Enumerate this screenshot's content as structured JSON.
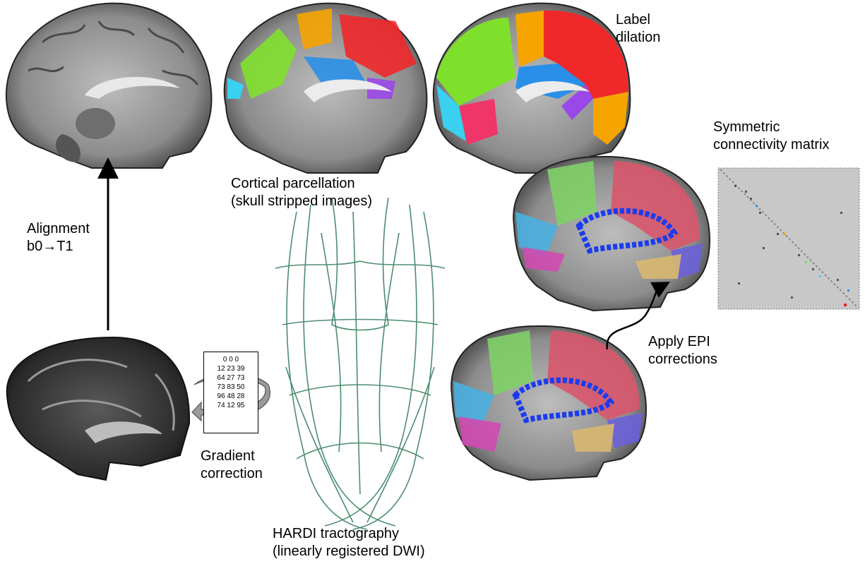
{
  "labels": {
    "label_dilation": [
      "Label",
      "dilation"
    ],
    "symmetric_matrix": [
      "Symmetric",
      "connectivity matrix"
    ],
    "cortical_parcellation": [
      "Cortical parcellation",
      "(skull stripped images)"
    ],
    "alignment": [
      "Alignment",
      "b0→T1"
    ],
    "apply_epi": [
      "Apply EPI",
      "corrections"
    ],
    "gradient_correction": [
      "Gradient",
      "correction"
    ],
    "hardi": [
      "HARDI tractography",
      "(linearly registered DWI)"
    ]
  },
  "gradient_table": [
    "0 0 0",
    "12 23 39",
    "64 27 73",
    "73 83 50",
    "96 48 28",
    "74 12 95"
  ],
  "colors": {
    "brain_gray": "#8a8a8a",
    "matrix_bg": "#c8c8c8",
    "parcel_red": "#f0282a",
    "parcel_green": "#7fe02c",
    "parcel_blue": "#2a8fe8",
    "parcel_orange": "#f6a400",
    "fiber_green": "#2e7a55"
  },
  "icons": [
    "brain-t1-sagittal",
    "brain-parcellated",
    "brain-dilated",
    "brain-overlay",
    "brain-b0",
    "tractography",
    "connectivity-matrix",
    "curved-arrow-icon",
    "up-arrow-icon"
  ]
}
